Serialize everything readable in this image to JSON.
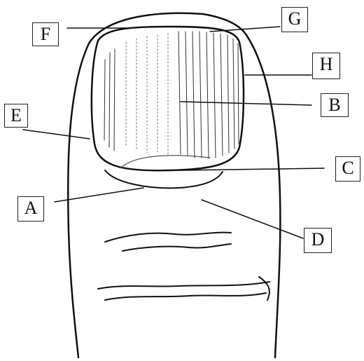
{
  "labels": {
    "A": "A",
    "B": "B",
    "C": "C",
    "D": "D",
    "E": "E",
    "F": "F",
    "G": "G",
    "H": "H"
  },
  "colors": {
    "ink": "#111111",
    "background": "#ffffff"
  }
}
